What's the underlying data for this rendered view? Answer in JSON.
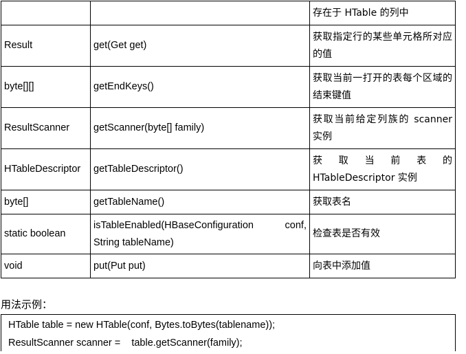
{
  "table": {
    "rows": [
      {
        "type": "",
        "method": "",
        "desc": "存在于 HTable 的列中"
      },
      {
        "type": "Result",
        "method": "get(Get get)",
        "desc": "获取指定行的某些单元格所对应的值"
      },
      {
        "type": "byte[][]",
        "method": "getEndKeys()",
        "desc": "获取当前一打开的表每个区域的结束键值"
      },
      {
        "type": "ResultScanner",
        "method": "getScanner(byte[] family)",
        "desc": "获取当前给定列族的 scanner 实例"
      },
      {
        "type": "HTableDescriptor",
        "method": "getTableDescriptor()",
        "desc": "获 取 当 前 表 的 HTableDescriptor 实例",
        "desc_line1": "获 取 当 前 表 的",
        "desc_line2": "HTableDescriptor 实例"
      },
      {
        "type": "byte[]",
        "method": "getTableName()",
        "desc": "获取表名"
      },
      {
        "type": "static boolean",
        "method": "isTableEnabled(HBaseConfiguration conf, String tableName)",
        "desc": "检查表是否有效"
      },
      {
        "type": "void",
        "method": "put(Put put)",
        "desc": "向表中添加值"
      }
    ]
  },
  "usage_label": "用法示例：",
  "code": {
    "line1": "HTable table = new HTable(conf, Bytes.toBytes(tablename));",
    "line2": "ResultScanner scanner =    table.getScanner(family);"
  }
}
